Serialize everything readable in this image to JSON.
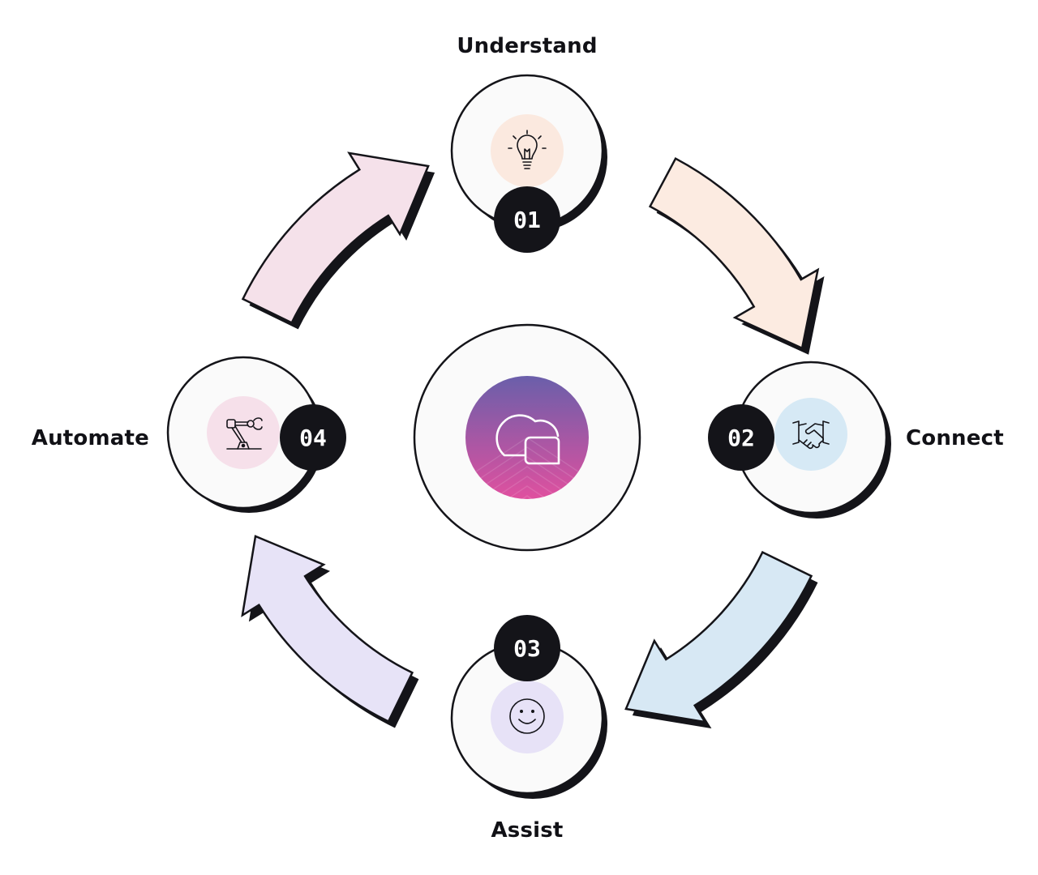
{
  "steps": [
    {
      "number": "01",
      "label": "Understand",
      "icon": "lightbulb-icon",
      "color": "#fbe9df",
      "arrow_color": "#fcebe1"
    },
    {
      "number": "02",
      "label": "Connect",
      "icon": "handshake-icon",
      "color": "#d6e9f5",
      "arrow_color": "#d7e8f4"
    },
    {
      "number": "03",
      "label": "Assist",
      "icon": "smiley-icon",
      "color": "#e7e2f7",
      "arrow_color": "#e7e3f7"
    },
    {
      "number": "04",
      "label": "Automate",
      "icon": "robot-arm-icon",
      "color": "#f6e0ea",
      "arrow_color": "#f5e1ea"
    }
  ],
  "center": {
    "icon": "chat-bubbles-icon",
    "gradient_top": "#6a5faa",
    "gradient_bottom": "#e0509f"
  },
  "colors": {
    "outline": "#141419",
    "node_fill": "#fafafa",
    "badge_fill": "#141419",
    "badge_text": "#ffffff"
  }
}
